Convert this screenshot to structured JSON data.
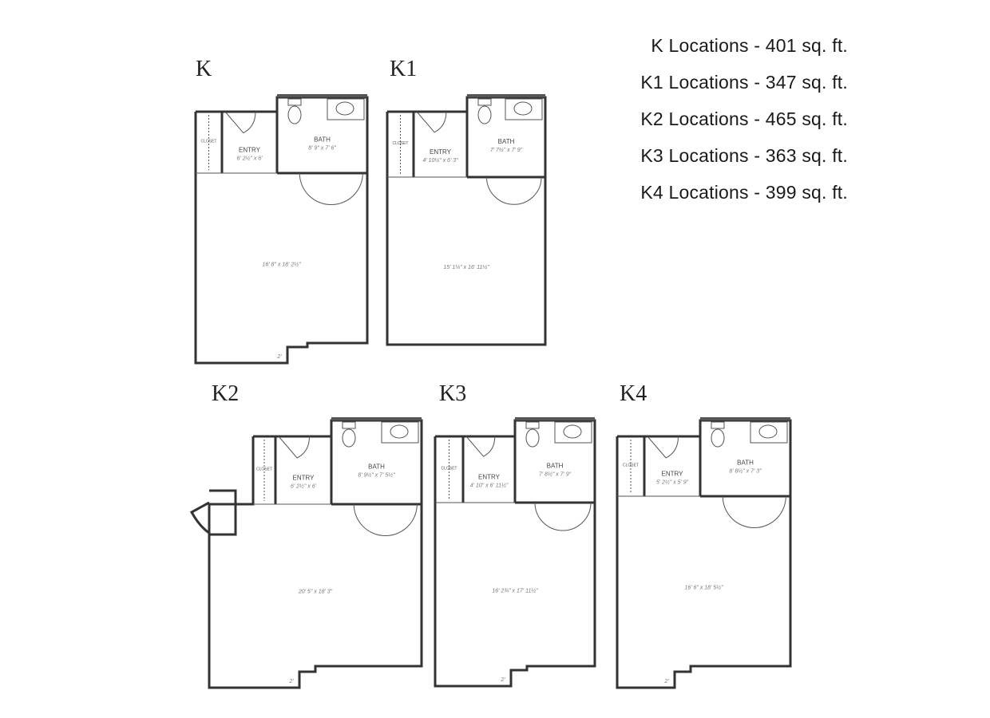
{
  "legend": [
    "K Locations - 401 sq. ft.",
    "K1 Locations - 347 sq. ft.",
    "K2 Locations - 465 sq. ft.",
    "K3 Locations - 363 sq. ft.",
    "K4 Locations - 399 sq. ft."
  ],
  "plans": [
    {
      "name": "K",
      "entry": "ENTRY",
      "entry_dim": "6' 2½\" x 6'",
      "bath": "BATH",
      "bath_dim": "8' 9\" x 7' 6\"",
      "closet": "CLOSET",
      "main_dim": "16' 8\" x 18' 2½\"",
      "step": "2'"
    },
    {
      "name": "K1",
      "entry": "ENTRY",
      "entry_dim": "4' 10½\" x 6' 3\"",
      "bath": "BATH",
      "bath_dim": "7' 7½\" x 7' 9\"",
      "closet": "CLOSET",
      "main_dim": "15' 1¼\" x 16' 11½\"",
      "step": ""
    },
    {
      "name": "K2",
      "entry": "ENTRY",
      "entry_dim": "6' 2½\" x 6'",
      "bath": "BATH",
      "bath_dim": "8' 9½\" x 7' 5½\"",
      "closet": "CLOSET",
      "main_dim": "20' 5\" x 18' 3\"",
      "step": "2'"
    },
    {
      "name": "K3",
      "entry": "ENTRY",
      "entry_dim": "4' 10\" x 6' 11½\"",
      "bath": "BATH",
      "bath_dim": "7' 8½\" x 7' 9\"",
      "closet": "CLOSET",
      "main_dim": "16' 2¾\" x 17' 11½\"",
      "step": "2'"
    },
    {
      "name": "K4",
      "entry": "ENTRY",
      "entry_dim": "5' 2½\" x 5' 9\"",
      "bath": "BATH",
      "bath_dim": "8' 8½\" x 7' 3\"",
      "closet": "CLOSET",
      "main_dim": "16' 6\" x 18' 5½\"",
      "step": "2'"
    }
  ]
}
